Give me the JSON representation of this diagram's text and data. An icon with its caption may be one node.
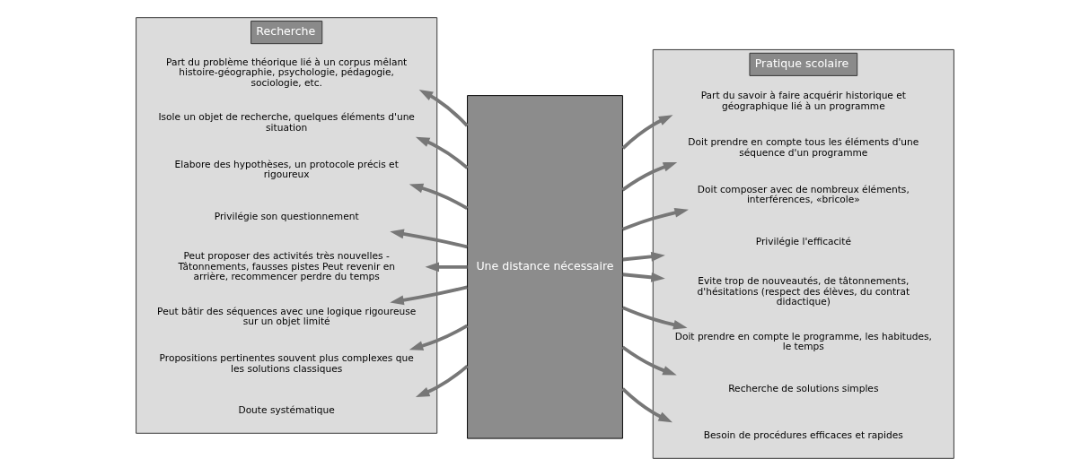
{
  "diagram": {
    "nodes": [
      {
        "text": [
          "Recherche"
        ]
      },
      {
        "text": [
          "Part du problème théorique lié à un corpus mêlant histoire-géographie, psychologie, pédagogie, sociologie, etc."
        ],
        "in": 0
      },
      {
        "text": [
          "Isole un objet de recherche, quelques éléments d'une situation"
        ],
        "in": 0
      },
      {
        "text": [
          "Elabore des hypothèses, un protocole précis et rigoureux"
        ],
        "in": 0
      },
      {
        "text": [
          "Privilégie son questionnement"
        ],
        "in": 0
      },
      {
        "text": [
          "Peut proposer des activités très nouvelles - Tâtonnements, fausses pistes Peut revenir en arrière, recommencer perdre du temps"
        ],
        "in": 0
      },
      {
        "text": [
          "Peut bâtir des séquences avec une logique rigoureuse sur un objet limité"
        ],
        "in": 0
      },
      {
        "text": [
          "Propositions pertinentes souvent plus complexes que les solutions classiques"
        ],
        "in": 0
      },
      {
        "text": [
          "Doute systématique"
        ],
        "in": 0
      },
      {
        "text": [
          "Une distance nécessaire"
        ]
      },
      {
        "text": [
          "Pratique scolaire"
        ]
      },
      {
        "text": [
          "Part du savoir à faire acquérir historique et géographique lié à un programme"
        ],
        "in": 10
      },
      {
        "text": [
          "Doit prendre en compte tous les éléments d'une séquence d'un programme"
        ],
        "in": 10
      },
      {
        "text": [
          "Doit composer avec de nombreux éléments, interférences, «bricole»"
        ],
        "in": 10
      },
      {
        "text": [
          "Privilégie l'efficacité"
        ],
        "in": 10
      },
      {
        "text": [
          "Evite trop de nouveautés, de tâtonnements, d'hésitations (respect des élèves, du contrat didactique)"
        ],
        "in": 10
      },
      {
        "text": [
          "Doit prendre en compte le programme, les habitudes, le temps"
        ],
        "in": 10
      },
      {
        "text": [
          "Recherche de solutions simples"
        ],
        "in": 10
      },
      {
        "text": [
          "Besoin de procédures efficaces et rapides"
        ],
        "in": 10
      }
    ],
    "edges": [
      {
        "from": 9,
        "to": 1,
        "arrow": "to"
      },
      {
        "from": 9,
        "to": 11,
        "arrow": "to"
      },
      {
        "from": 9,
        "to": 2,
        "arrow": "to"
      },
      {
        "from": 9,
        "to": 12,
        "arrow": "to"
      },
      {
        "from": 9,
        "to": 3,
        "arrow": "to"
      },
      {
        "from": 9,
        "to": 13,
        "arrow": "to"
      },
      {
        "from": 9,
        "to": 4,
        "arrow": "to"
      },
      {
        "from": 9,
        "to": 14,
        "arrow": "to"
      },
      {
        "from": 9,
        "to": 5,
        "arrow": "to"
      },
      {
        "from": 9,
        "to": 15,
        "arrow": "to"
      },
      {
        "from": 9,
        "to": 6,
        "arrow": "to"
      },
      {
        "from": 9,
        "to": 16,
        "arrow": "to"
      },
      {
        "from": 9,
        "to": 7,
        "arrow": "to"
      },
      {
        "from": 9,
        "to": 17,
        "arrow": "to"
      },
      {
        "from": 9,
        "to": 8,
        "arrow": "to"
      },
      {
        "from": 9,
        "to": 18,
        "arrow": "to"
      }
    ]
  }
}
